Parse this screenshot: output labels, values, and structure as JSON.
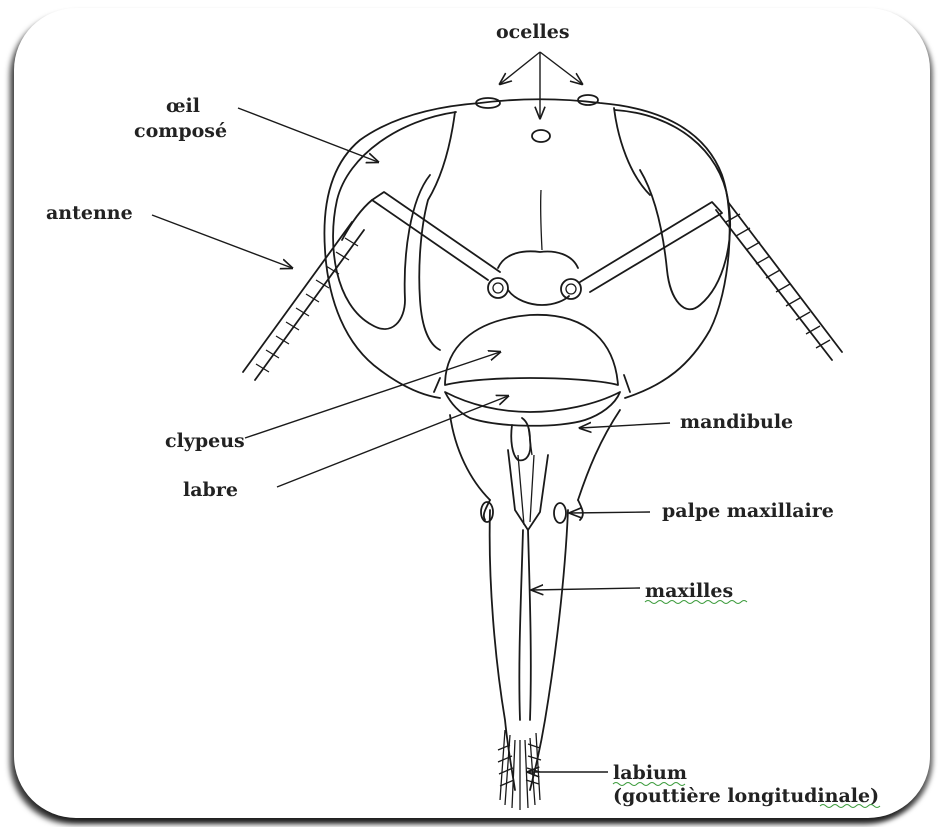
{
  "labels": {
    "ocelles": "ocelles",
    "oeil_line1": "œil",
    "oeil_line2": "composé",
    "antenne": "antenne",
    "clypeus": "clypeus",
    "labre": "labre",
    "mandibule": "mandibule",
    "palpe": "palpe maxillaire",
    "maxilles": "maxilles",
    "labium": "labium",
    "gouttiere": "(gouttière  longitudinale)"
  }
}
